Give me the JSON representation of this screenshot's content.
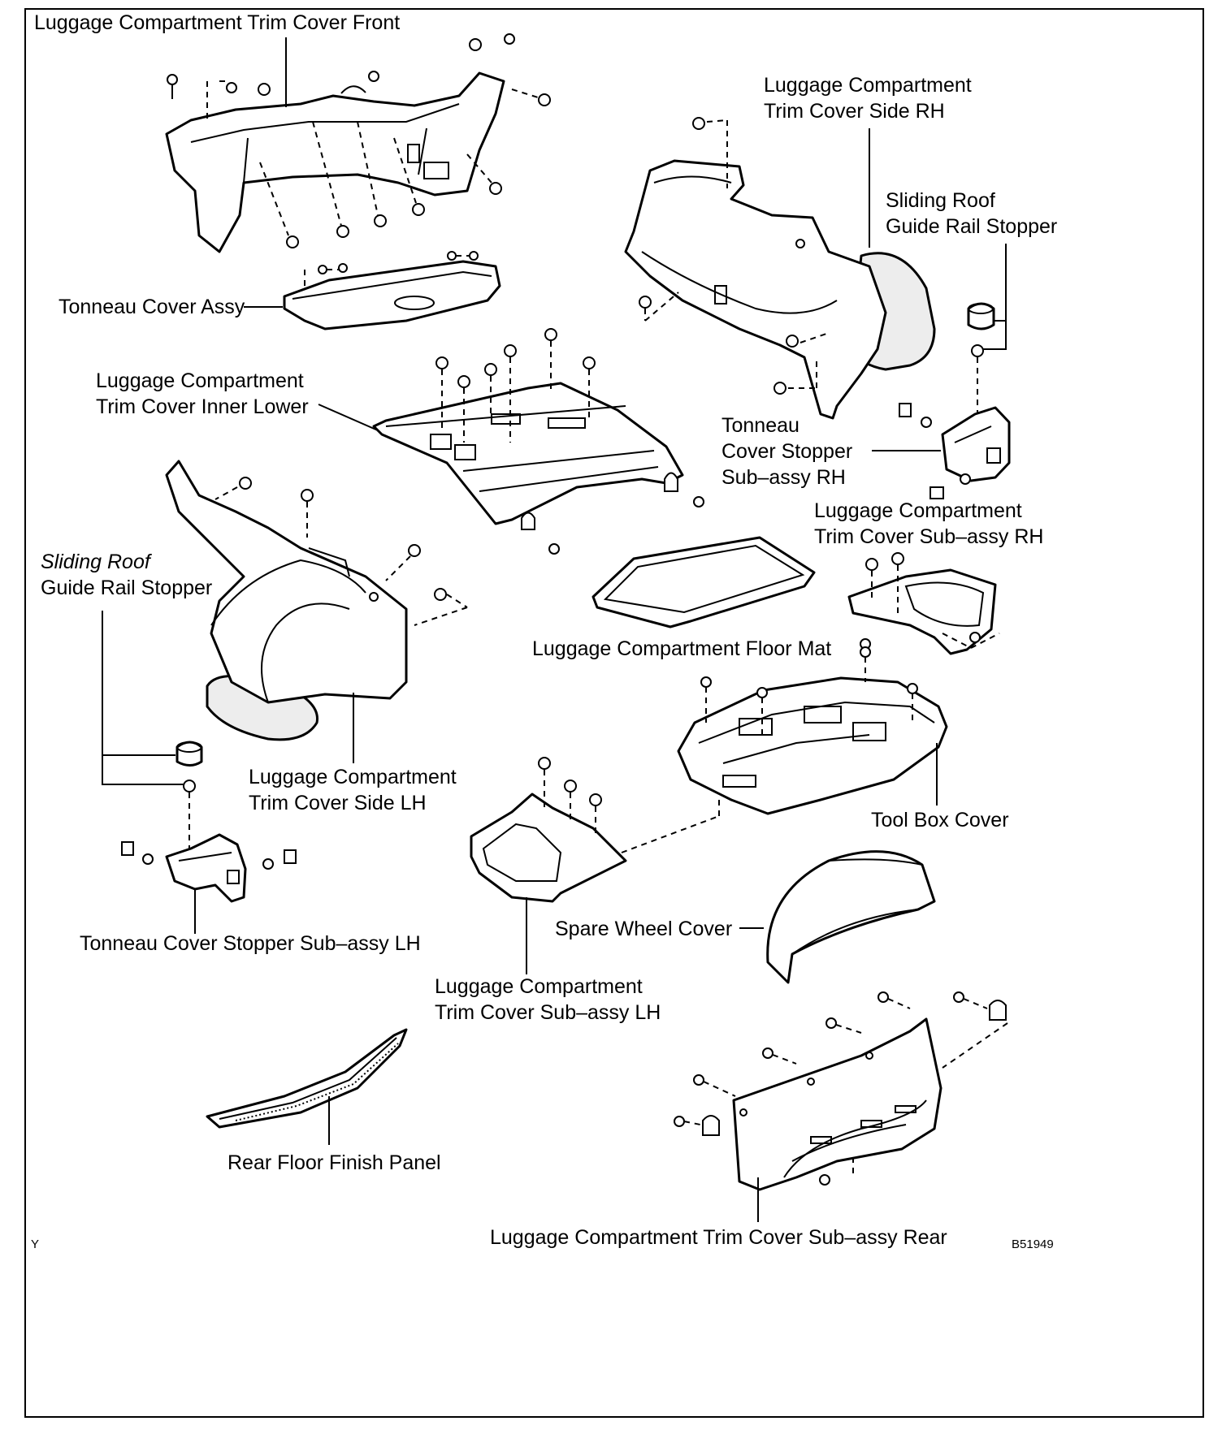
{
  "labels": {
    "trim_front": "Luggage Compartment Trim Cover Front",
    "side_rh_1": "Luggage Compartment",
    "side_rh_2": "Trim Cover Side RH",
    "stopper_rh_1": "Sliding Roof",
    "stopper_rh_2": "Guide Rail Stopper",
    "tonneau_assy": "Tonneau Cover Assy",
    "inner_lower_1": "Luggage Compartment",
    "inner_lower_2": "Trim Cover Inner Lower",
    "tonneau_stopper_rh_1": "Tonneau",
    "tonneau_stopper_rh_2": "Cover Stopper",
    "tonneau_stopper_rh_3": "Sub–assy RH",
    "sub_assy_rh_1": "Luggage Compartment",
    "sub_assy_rh_2": "Trim Cover Sub–assy RH",
    "stopper_lh_1": "Sliding Roof",
    "stopper_lh_2": "Guide Rail Stopper",
    "floor_mat": "Luggage Compartment Floor Mat",
    "side_lh_1": "Luggage Compartment",
    "side_lh_2": "Trim Cover Side LH",
    "tool_box": "Tool Box Cover",
    "tonneau_stopper_lh": "Tonneau Cover Stopper Sub–assy LH",
    "spare_wheel": "Spare Wheel Cover",
    "sub_assy_lh_1": "Luggage  Compartment",
    "sub_assy_lh_2": "Trim Cover Sub–assy LH",
    "rear_floor": "Rear Floor Finish Panel",
    "sub_assy_rear": "Luggage Compartment Trim Cover Sub–assy Rear",
    "corner_code": "Y",
    "figure_code": "B51949"
  }
}
